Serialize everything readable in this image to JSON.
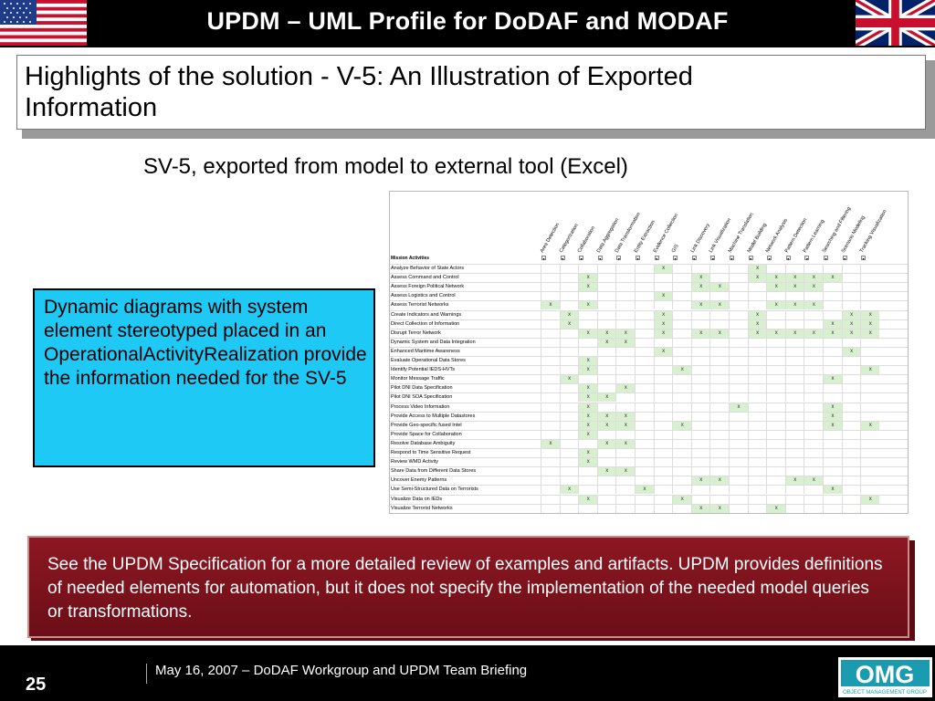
{
  "header": {
    "title": "UPDM – UML Profile for DoDAF and MODAF"
  },
  "slide": {
    "heading": "Highlights of the solution - V-5:  An Illustration of Exported Information",
    "subtitle": "SV-5, exported from model to external tool (Excel)",
    "callout": "Dynamic diagrams with system element stereotyped placed in an OperationalActivityRealization provide the information needed for the SV-5",
    "note": "See the UPDM Specification for a more detailed review of examples and artifacts.  UPDM provides definitions of needed elements for automation, but it does not specify the implementation of the needed model queries or transformations."
  },
  "table": {
    "corner_label": "Mission Activities",
    "columns": [
      "Area Detection",
      "Categorization",
      "Collaboration",
      "Data Aggregation",
      "Data Transformation",
      "Entity Extraction",
      "Evidence Collection",
      "GIS",
      "Link Discovery",
      "Link Visualization",
      "Machine Translation",
      "Model Building",
      "Network Analysis",
      "Pattern Detection",
      "Pattern Learning",
      "Searching and Filtering",
      "Scenario Modeling",
      "Tracking Visualization"
    ],
    "mark": "x",
    "rows": [
      {
        "name": "Analyze Behavior of State Actors",
        "cols": [
          6,
          11
        ]
      },
      {
        "name": "Assess Command and Control",
        "cols": [
          2,
          8,
          11,
          12,
          13,
          14,
          15
        ]
      },
      {
        "name": "Assess Foreign Political Network",
        "cols": [
          2,
          8,
          9,
          12,
          13,
          14
        ]
      },
      {
        "name": "Assess Logistics and Control",
        "cols": [
          6
        ]
      },
      {
        "name": "Assess Terrorist Networks",
        "cols": [
          0,
          2,
          8,
          9,
          12,
          13,
          14
        ]
      },
      {
        "name": "Create Indicators and Warnings",
        "cols": [
          1,
          6,
          11,
          16,
          17
        ]
      },
      {
        "name": "Direct Collection of Information",
        "cols": [
          1,
          6,
          11,
          15,
          16,
          17
        ]
      },
      {
        "name": "Disrupt Terror Network",
        "cols": [
          2,
          3,
          4,
          6,
          8,
          9,
          11,
          12,
          13,
          14,
          15,
          16,
          17
        ]
      },
      {
        "name": "Dynamic System and Data Integration",
        "cols": [
          3,
          4
        ]
      },
      {
        "name": "Enhanced Maritime Awareness",
        "cols": [
          6,
          16
        ]
      },
      {
        "name": "Evaluate Operational Data Stores",
        "cols": [
          2
        ]
      },
      {
        "name": "Identify Potential IEDS-HVTs",
        "cols": [
          2,
          7,
          17
        ]
      },
      {
        "name": "Monitor Message Traffic",
        "cols": [
          1,
          15
        ]
      },
      {
        "name": "Pilot DNI Data Specification",
        "cols": [
          2,
          4
        ]
      },
      {
        "name": "Pilot DNI SOA Specification",
        "cols": [
          2,
          3
        ]
      },
      {
        "name": "Process Video Information",
        "cols": [
          2,
          10,
          15
        ]
      },
      {
        "name": "Provide Access to Multiple Datastores",
        "cols": [
          2,
          3,
          4,
          15
        ]
      },
      {
        "name": "Provide Geo-specific fused Intel",
        "cols": [
          2,
          3,
          4,
          7,
          15,
          17
        ]
      },
      {
        "name": "Provide Space for Collaboration",
        "cols": [
          2
        ]
      },
      {
        "name": "Resolve Database Ambiguity",
        "cols": [
          0,
          3,
          4
        ]
      },
      {
        "name": "Respond to Time Sensitive Request",
        "cols": [
          2
        ]
      },
      {
        "name": "Review WMD Activity",
        "cols": [
          2
        ]
      },
      {
        "name": "Share Data from Different Data Stores",
        "cols": [
          3,
          4
        ]
      },
      {
        "name": "Uncover Enemy Patterns",
        "cols": [
          8,
          9,
          13,
          14
        ]
      },
      {
        "name": "Use Semi-Structured Data on Terrorists",
        "cols": [
          1,
          5,
          15
        ]
      },
      {
        "name": "Visualize Data on IEDs",
        "cols": [
          2,
          7,
          17
        ]
      },
      {
        "name": "Visualize Terrorist Networks",
        "cols": [
          8,
          9,
          12
        ]
      }
    ]
  },
  "footer": {
    "page_number": "25",
    "text": "May 16, 2007 – DoDAF Workgroup and UPDM Team Briefing"
  },
  "logo": {
    "label": "OMG",
    "subtitle": "OBJECT MANAGEMENT GROUP",
    "color": "#1a9bb0"
  },
  "flags": {
    "left": "US flag",
    "right": "UK flag"
  }
}
